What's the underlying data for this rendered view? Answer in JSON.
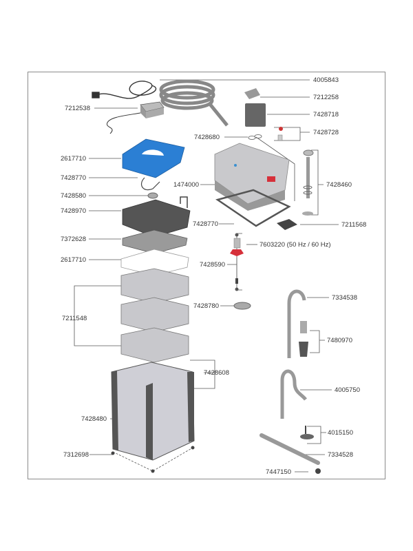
{
  "diagram": {
    "title": "Canister filter exploded parts diagram",
    "labels": {
      "hose": "4005843",
      "tap_clip": "7212258",
      "adapter_block": "7428718",
      "valve_parts": "7428728",
      "power_supply": "7212538",
      "adapter_seals": "7428680",
      "pad_blue": "2617710",
      "gasket_small": "7428770",
      "pump_head": "1474000",
      "inlet_tube_set": "7428460",
      "vent_button": "7428580",
      "top_basket": "7428970",
      "main_gasket": "7428770",
      "footer_plug": "7211568",
      "grid_plate": "7372628",
      "impeller": "7603220 (50 Hz / 60 Hz)",
      "pad_white": "2617710",
      "impeller_shaft": "7428590",
      "baskets": "7211548",
      "impeller_cover": "7428780",
      "intake_tube": "7334538",
      "intake_strainer": "7480970",
      "outlet_bend": "4005750",
      "clamps": "7428608",
      "canister": "7428480",
      "suction_cup": "4015150",
      "spray_bar": "7334528",
      "feet": "7312698",
      "end_cap": "7447150"
    }
  }
}
